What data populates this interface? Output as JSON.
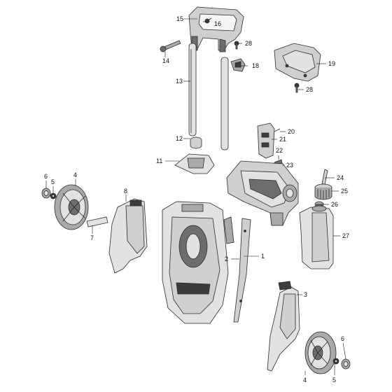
{
  "diagram": {
    "part_numbers": [
      "1",
      "2",
      "3",
      "4",
      "4",
      "5",
      "5",
      "6",
      "6",
      "7",
      "8",
      "11",
      "12",
      "13",
      "14",
      "15",
      "16",
      "18",
      "19",
      "20",
      "21",
      "22",
      "23",
      "24",
      "25",
      "26",
      "27",
      "28",
      "28"
    ]
  },
  "labels": {
    "p1": "1",
    "p2": "2",
    "p3": "3",
    "p4a": "4",
    "p4b": "4",
    "p5a": "5",
    "p5b": "5",
    "p6a": "6",
    "p6b": "6",
    "p7": "7",
    "p8": "8",
    "p11": "11",
    "p12": "12",
    "p13": "13",
    "p14": "14",
    "p15": "15",
    "p16": "16",
    "p18": "18",
    "p19": "19",
    "p20": "20",
    "p21": "21",
    "p22": "22",
    "p23": "23",
    "p24": "24",
    "p25": "25",
    "p26": "26",
    "p27": "27",
    "p28a": "28",
    "p28b": "28"
  },
  "colors": {
    "line": "#2a2a2a",
    "light": "#e2e2e2",
    "mid": "#a9a9a9",
    "dark": "#3c3c3c"
  }
}
